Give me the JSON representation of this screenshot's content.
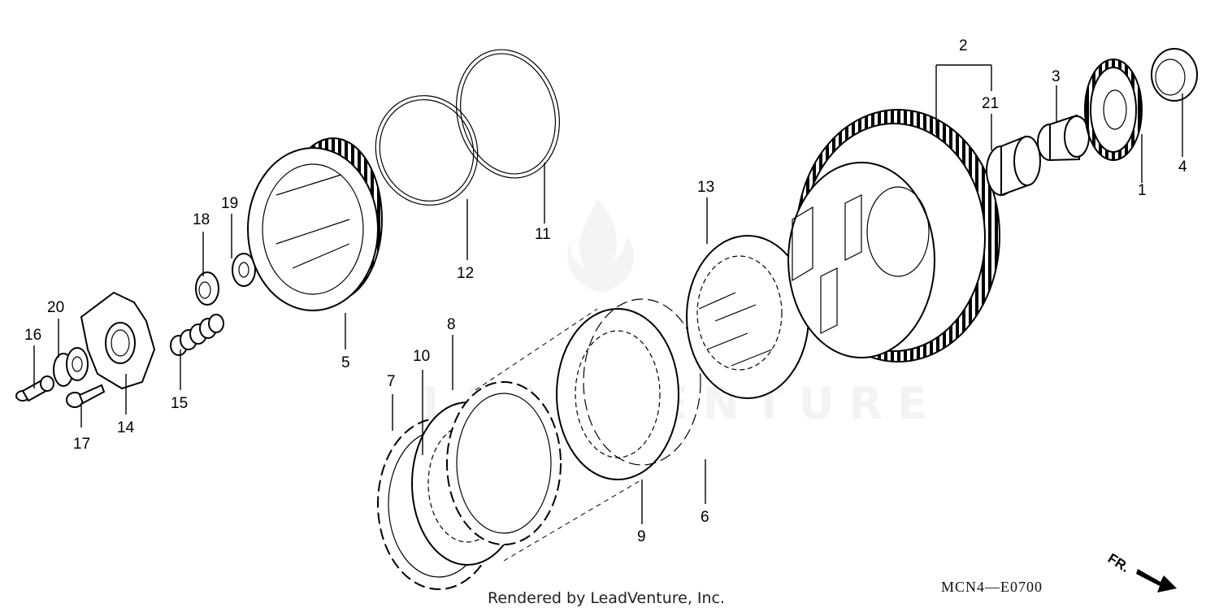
{
  "footer": {
    "rendered_by": "Rendered by LeadVenture, Inc."
  },
  "drawing_code": "MCN4—E0700",
  "direction_label": "FR.",
  "watermark": {
    "brand_text": "LEADVENTURE"
  },
  "callouts": {
    "c1": "1",
    "c2": "2",
    "c3": "3",
    "c4": "4",
    "c5": "5",
    "c6": "6",
    "c7": "7",
    "c8": "8",
    "c9": "9",
    "c10": "10",
    "c11": "11",
    "c12": "12",
    "c13": "13",
    "c14": "14",
    "c15": "15",
    "c16": "16",
    "c17": "17",
    "c18": "18",
    "c19": "19",
    "c20": "20",
    "c21": "21"
  }
}
